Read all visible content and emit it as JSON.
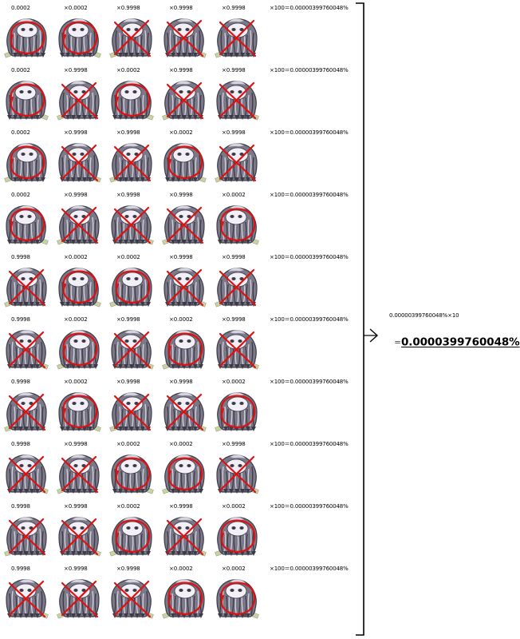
{
  "rows": [
    {
      "cells": [
        {
          "prob": "0.0002",
          "mark": "circle"
        },
        {
          "prob": "×0.0002",
          "mark": "circle"
        },
        {
          "prob": "×0.9998",
          "mark": "cross"
        },
        {
          "prob": "×0.9998",
          "mark": "cross"
        },
        {
          "prob": "×0.9998",
          "mark": "cross"
        }
      ],
      "result": "×100＝0.00000399760048%"
    },
    {
      "cells": [
        {
          "prob": "0.0002",
          "mark": "circle"
        },
        {
          "prob": "×0.9998",
          "mark": "cross"
        },
        {
          "prob": "×0.0002",
          "mark": "circle"
        },
        {
          "prob": "×0.9998",
          "mark": "cross"
        },
        {
          "prob": "×0.9998",
          "mark": "cross"
        }
      ],
      "result": "×100＝0.00000399760048%"
    },
    {
      "cells": [
        {
          "prob": "0.0002",
          "mark": "circle"
        },
        {
          "prob": "×0.9998",
          "mark": "cross"
        },
        {
          "prob": "×0.9998",
          "mark": "cross"
        },
        {
          "prob": "×0.0002",
          "mark": "circle"
        },
        {
          "prob": "×0.9998",
          "mark": "cross"
        }
      ],
      "result": "×100＝0.00000399760048%"
    },
    {
      "cells": [
        {
          "prob": "0.0002",
          "mark": "circle"
        },
        {
          "prob": "×0.9998",
          "mark": "cross"
        },
        {
          "prob": "×0.9998",
          "mark": "cross"
        },
        {
          "prob": "×0.9998",
          "mark": "cross"
        },
        {
          "prob": "×0.0002",
          "mark": "circle"
        }
      ],
      "result": "×100＝0.00000399760048%"
    },
    {
      "cells": [
        {
          "prob": "0.9998",
          "mark": "cross"
        },
        {
          "prob": "×0.0002",
          "mark": "circle"
        },
        {
          "prob": "×0.0002",
          "mark": "circle"
        },
        {
          "prob": "×0.9998",
          "mark": "cross"
        },
        {
          "prob": "×0.9998",
          "mark": "cross"
        }
      ],
      "result": "×100＝0.00000399760048%"
    },
    {
      "cells": [
        {
          "prob": "0.9998",
          "mark": "cross"
        },
        {
          "prob": "×0.0002",
          "mark": "circle"
        },
        {
          "prob": "×0.9998",
          "mark": "cross"
        },
        {
          "prob": "×0.0002",
          "mark": "circle"
        },
        {
          "prob": "×0.9998",
          "mark": "cross"
        }
      ],
      "result": "×100＝0.00000399760048%"
    },
    {
      "cells": [
        {
          "prob": "0.9998",
          "mark": "cross"
        },
        {
          "prob": "×0.0002",
          "mark": "circle"
        },
        {
          "prob": "×0.9998",
          "mark": "cross"
        },
        {
          "prob": "×0.9998",
          "mark": "cross"
        },
        {
          "prob": "×0.0002",
          "mark": "circle"
        }
      ],
      "result": "×100＝0.00000399760048%"
    },
    {
      "cells": [
        {
          "prob": "0.9998",
          "mark": "cross"
        },
        {
          "prob": "×0.9998",
          "mark": "cross"
        },
        {
          "prob": "×0.0002",
          "mark": "circle"
        },
        {
          "prob": "×0.0002",
          "mark": "circle"
        },
        {
          "prob": "×0.9998",
          "mark": "cross"
        }
      ],
      "result": "×100＝0.00000399760048%"
    },
    {
      "cells": [
        {
          "prob": "0.9998",
          "mark": "cross"
        },
        {
          "prob": "×0.9998",
          "mark": "cross"
        },
        {
          "prob": "×0.0002",
          "mark": "circle"
        },
        {
          "prob": "×0.9998",
          "mark": "cross"
        },
        {
          "prob": "×0.0002",
          "mark": "circle"
        }
      ],
      "result": "×100＝0.00000399760048%"
    },
    {
      "cells": [
        {
          "prob": "0.9998",
          "mark": "cross"
        },
        {
          "prob": "×0.9998",
          "mark": "cross"
        },
        {
          "prob": "×0.9998",
          "mark": "cross"
        },
        {
          "prob": "×0.0002",
          "mark": "circle"
        },
        {
          "prob": "×0.0002",
          "mark": "circle"
        }
      ],
      "result": "×100＝0.00000399760048%"
    }
  ],
  "summary": {
    "calc": "0.00000399760048%×10",
    "equals": "＝",
    "final_value": "0.0000399760048%"
  },
  "colors": {
    "mark": "#e01010",
    "fur_dark": "#3d3a48",
    "fur_mid": "#7b7888",
    "fur_light": "#d4d2de",
    "face": "#f2f0f6",
    "note": "#c8d3a8"
  }
}
